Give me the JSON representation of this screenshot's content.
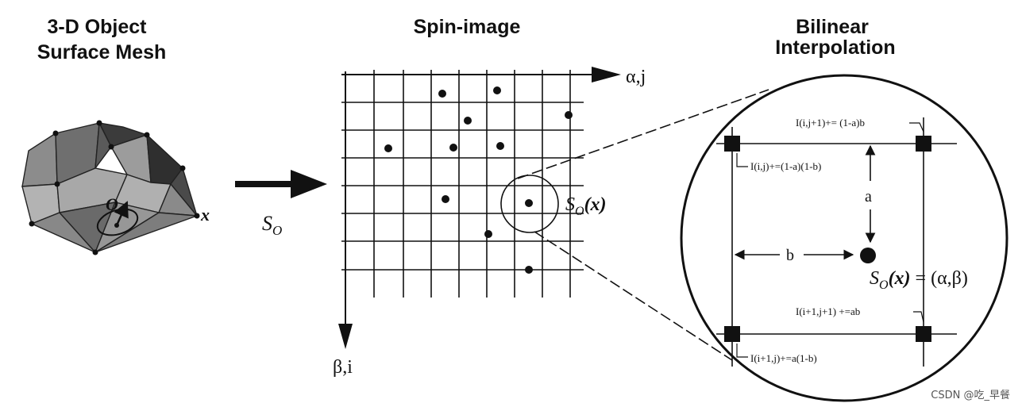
{
  "titles": {
    "mesh_line1": "3-D Object",
    "mesh_line2": "Surface Mesh",
    "spin": "Spin-image",
    "bilinear_line1": "Bilinear",
    "bilinear_line2": "Interpolation"
  },
  "mesh": {
    "origin_label": "O",
    "point_label": "x"
  },
  "transform_label": {
    "base": "S",
    "sub": "O"
  },
  "axes": {
    "horizontal": "α,j",
    "vertical": "β,i"
  },
  "spin_point_label": {
    "base": "S",
    "sub": "O",
    "arg": "(x)"
  },
  "interp": {
    "label_top_right": "I(i,j+1)+= (1-a)b",
    "label_top_left": "I(i,j)+=(1-a)(1-b)",
    "label_bottom_right": "I(i+1,j+1) +=ab",
    "label_bottom_left": "I(i+1,j)+=a(1-b)",
    "dim_a": "a",
    "dim_b": "b",
    "point_label": {
      "base": "S",
      "sub": "O",
      "arg": "(x)",
      "eq": "= (α,β)"
    }
  },
  "watermark": "CSDN @吃_早餐",
  "colors": {
    "ink": "#111111",
    "mesh_light": "#a9a9a9",
    "mesh_mid": "#7a7a7a",
    "mesh_dark": "#3a3a3a"
  }
}
